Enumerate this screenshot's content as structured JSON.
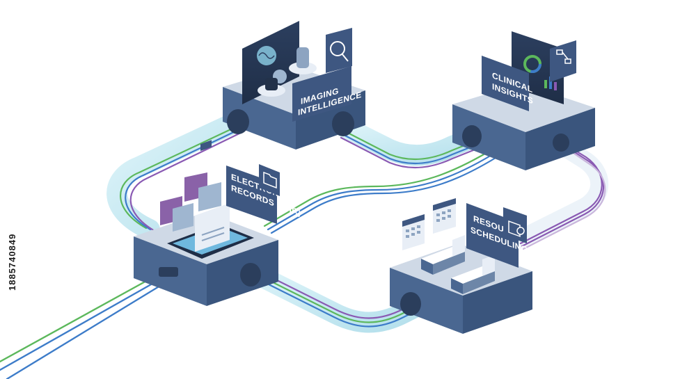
{
  "colors": {
    "platform_top": "#cfd9e6",
    "platform_side": "#4a6791",
    "platform_side_dark": "#3a557d",
    "sign_bg": "#3e5781",
    "tube": "#bfe8f2",
    "wire_green": "#5cb85c",
    "wire_blue": "#3d7cc9",
    "wire_purple": "#8a5ab3",
    "folder_purple": "#8a62a8"
  },
  "nodes": {
    "imaging": {
      "line1": "IMAGING",
      "line2": "INTELLIGENCE",
      "icon": "brain-scan-icon"
    },
    "clinical": {
      "line1": "CLINICAL",
      "line2": "INSIGHTS",
      "icon": "dashboard-chart-icon"
    },
    "ehr": {
      "line1": "ELECTRONIC",
      "line2": "RECORDS (EHR)",
      "icon": "folder-icon"
    },
    "scheduling": {
      "line1": "RESOURCE",
      "line2": "SCHEDULING",
      "icon": "calendar-clock-icon"
    }
  },
  "stock_id": "1885740849"
}
